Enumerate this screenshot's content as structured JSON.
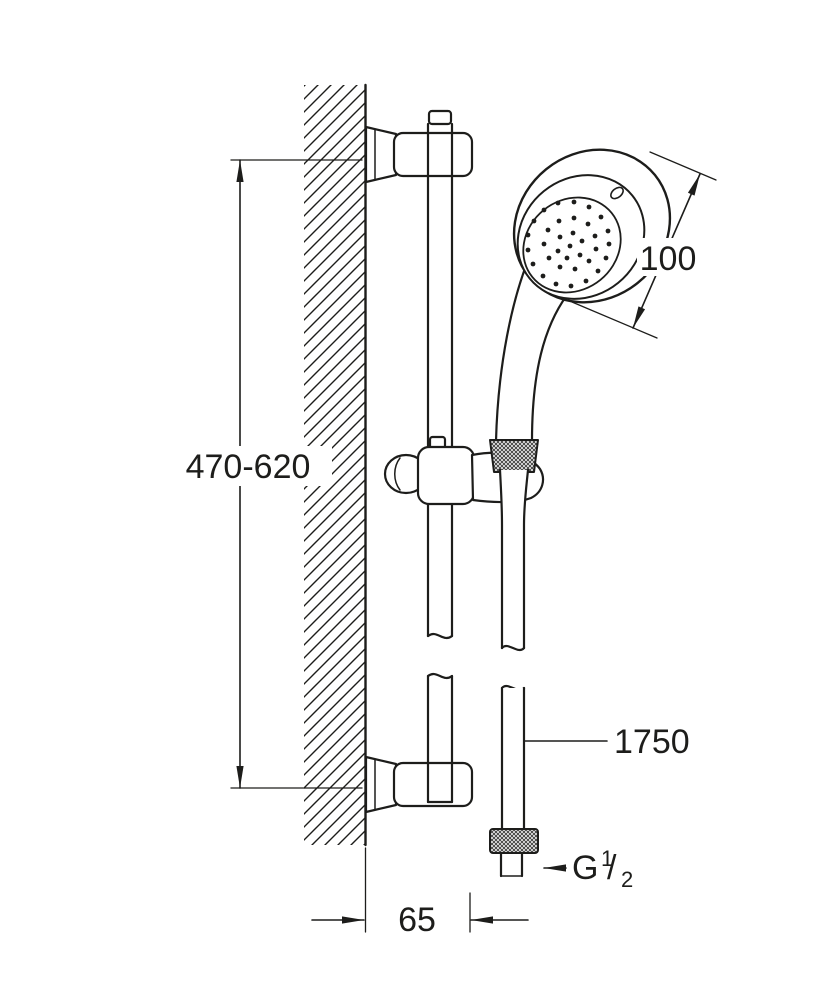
{
  "diagram": {
    "kind": "shower-rail-set-dimension-drawing",
    "colors": {
      "line": "#1d1d1b",
      "background": "#ffffff"
    },
    "dimensions": {
      "rail_span": {
        "label": "470-620"
      },
      "head_diameter": {
        "label": "100"
      },
      "hose_length": {
        "label": "1750"
      },
      "wall_distance": {
        "label": "65"
      },
      "thread": {
        "prefix": "G",
        "numerator": "1",
        "slash": "/",
        "denominator": "2"
      }
    }
  }
}
